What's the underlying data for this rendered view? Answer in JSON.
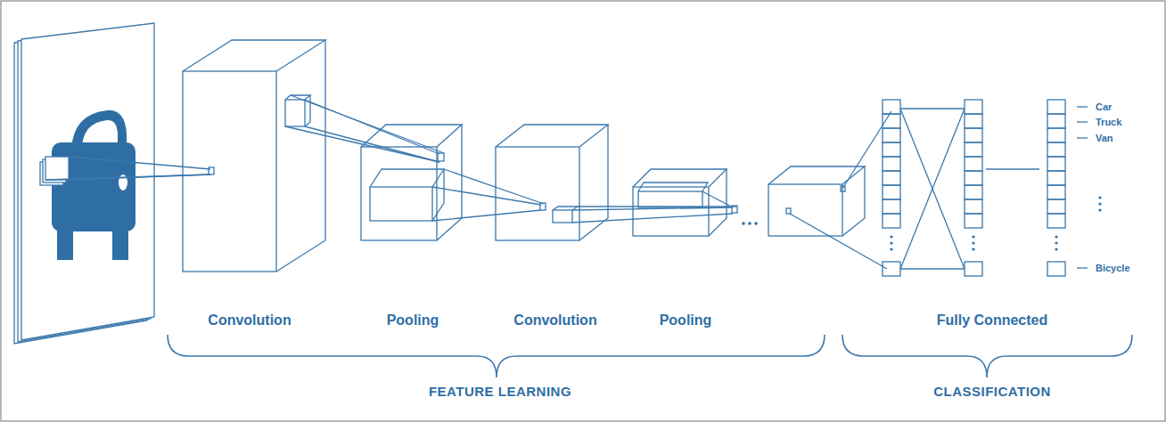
{
  "diagram": {
    "labels": [
      "Car",
      "Truck",
      "Van",
      "Bicycle",
      "Convolution",
      "Pooling",
      "Convolution",
      "Pooling",
      "Fully Connected",
      "FEATURE LEARNING",
      "CLASSIFICATION"
    ]
  }
}
